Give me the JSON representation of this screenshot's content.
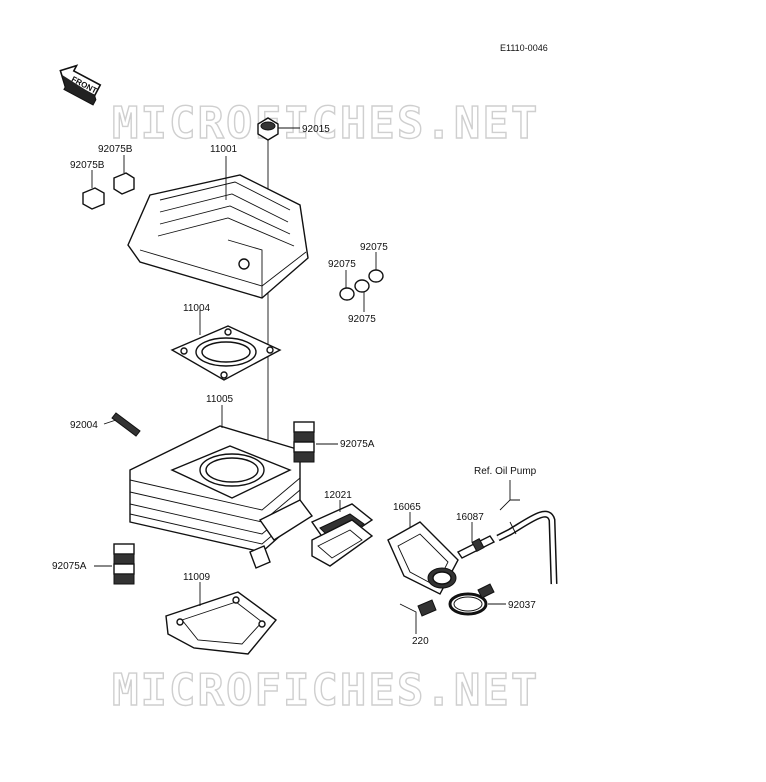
{
  "diagram_code": "E1110-0046",
  "front_label": "FRONT",
  "watermark_text": "MICROFICHES.NET",
  "ref_label": "Ref. Oil Pump",
  "parts": {
    "p92015": "92015",
    "p11001": "11001",
    "p92075B_a": "92075B",
    "p92075B_b": "92075B",
    "p92075_a": "92075",
    "p92075_b": "92075",
    "p92075_c": "92075",
    "p11004": "11004",
    "p11005": "11005",
    "p92004": "92004",
    "p92075A_a": "92075A",
    "p92075A_b": "92075A",
    "p12021": "12021",
    "p16065": "16065",
    "p16087": "16087",
    "p11009": "11009",
    "p220": "220",
    "p92037": "92037"
  }
}
